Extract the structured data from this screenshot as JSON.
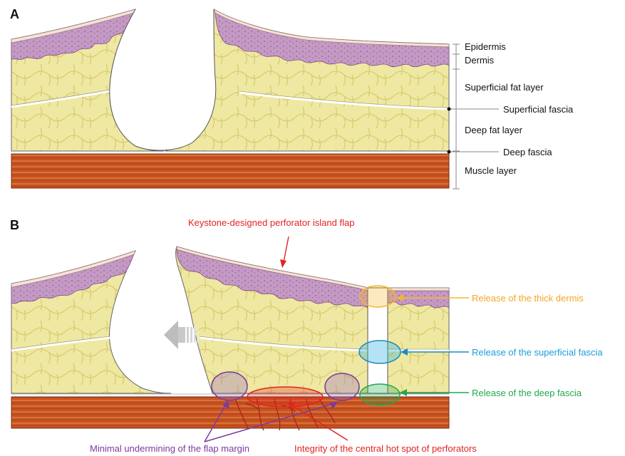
{
  "panels": {
    "a": {
      "letter": "A",
      "layer_labels": {
        "epidermis": "Epidermis",
        "dermis": "Dermis",
        "superficial_fat": "Superficial fat layer",
        "superficial_fascia": "Superficial fascia",
        "deep_fat": "Deep fat layer",
        "deep_fascia": "Deep fascia",
        "muscle": "Muscle layer"
      }
    },
    "b": {
      "letter": "B",
      "labels": {
        "flap_title": "Keystone-designed perforator island flap",
        "thick_dermis": "Release of the thick dermis",
        "superficial_fascia": "Release of the superficial fascia",
        "deep_fascia": "Release of the deep fascia",
        "undermining": "Minimal undermining of the flap margin",
        "hot_spot": "Integrity of the central hot spot of perforators"
      }
    }
  },
  "colors": {
    "fat": "#efe8a2",
    "fat_lobule": "#d9cd72",
    "dermis": "#c49ac4",
    "dermis_dots": "#8e5c95",
    "epidermis": "#f6e1d6",
    "muscle": "#c8521f",
    "muscle_stripe": "#e58a55",
    "fascia": "#ffffff",
    "thick_dermis_release": "#f5b62f",
    "superficial_fascia_release": "#25aee3",
    "deep_fascia_release": "#1fa94b",
    "undermining": "#7b3aa0",
    "perforators": "#e42320",
    "motion_arrow": "#bdbdbd"
  }
}
